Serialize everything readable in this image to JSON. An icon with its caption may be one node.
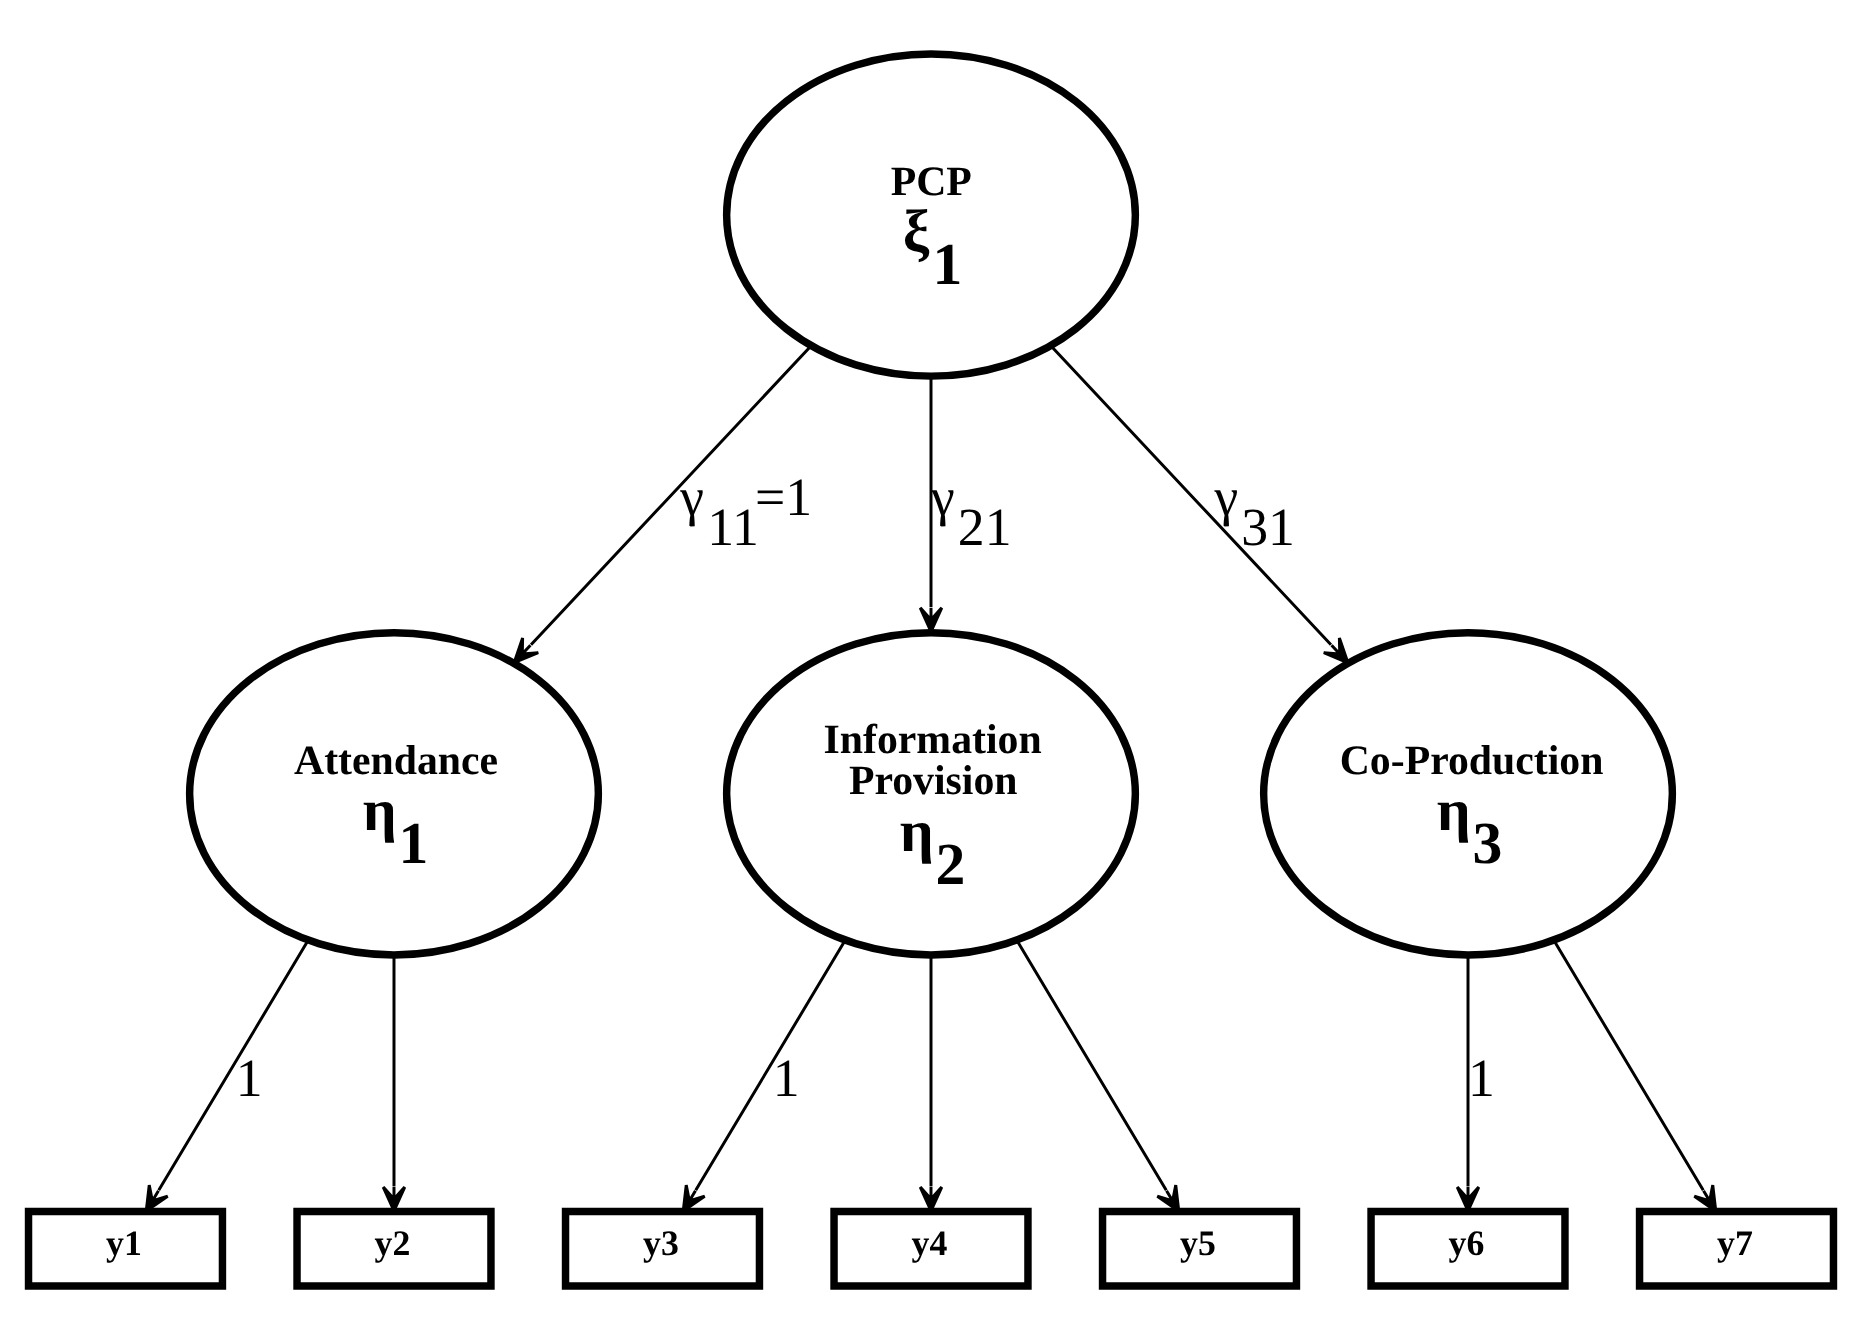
{
  "diagram": {
    "nodes": [
      {
        "text": [
          "PCP",
          "ξ$_{1}$"
        ]
      },
      {
        "text": [
          "Attendance",
          "η$_{1}$"
        ]
      },
      {
        "text": [
          "Information Provision",
          "η$_{2}$"
        ]
      },
      {
        "text": [
          "Co-Production",
          "η$_{3}$"
        ]
      },
      {
        "text": [
          "y1"
        ]
      },
      {
        "text": [
          "y2"
        ]
      },
      {
        "text": [
          "y3"
        ]
      },
      {
        "text": [
          "y4"
        ]
      },
      {
        "text": [
          "y5"
        ]
      },
      {
        "text": [
          "y6"
        ]
      },
      {
        "text": [
          "y7"
        ]
      }
    ],
    "edges": [
      {
        "from": 0,
        "to": 1,
        "arrow": "to",
        "label": "γ$_{11}$=1"
      },
      {
        "from": 0,
        "to": 2,
        "arrow": "to",
        "label": "γ$_{21}$"
      },
      {
        "from": 0,
        "to": 3,
        "arrow": "to",
        "label": "γ$_{31}$"
      },
      {
        "from": 1,
        "to": 4,
        "arrow": "to",
        "label": "1"
      },
      {
        "from": 1,
        "to": 5,
        "arrow": "to"
      },
      {
        "from": 2,
        "to": 6,
        "arrow": "to",
        "label": "1"
      },
      {
        "from": 2,
        "to": 7,
        "arrow": "to"
      },
      {
        "from": 2,
        "to": 8,
        "arrow": "to"
      },
      {
        "from": 3,
        "to": 9,
        "arrow": "to",
        "label": "1"
      },
      {
        "from": 3,
        "to": 10,
        "arrow": "to"
      }
    ]
  }
}
